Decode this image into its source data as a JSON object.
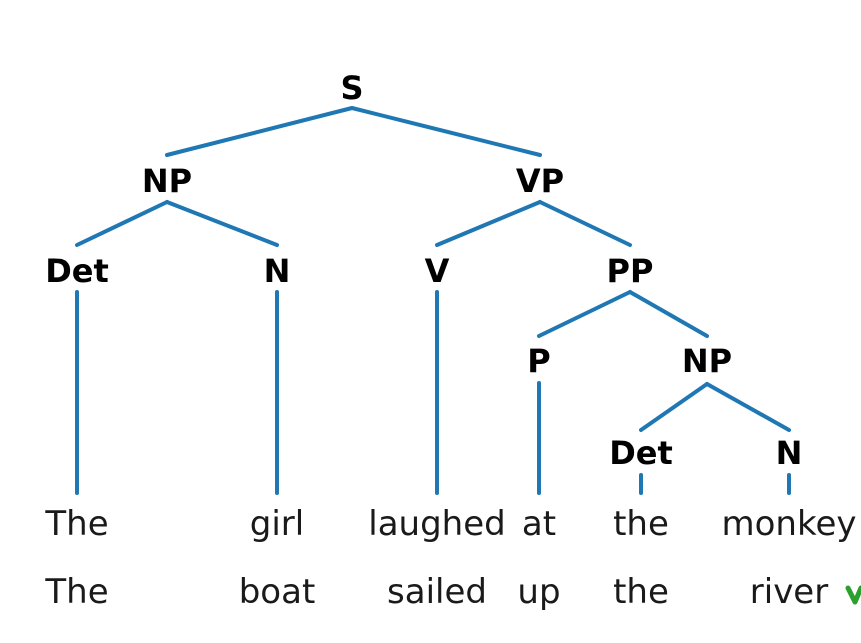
{
  "tree": {
    "root": "S",
    "nodes": {
      "s": "S",
      "np1": "NP",
      "vp": "VP",
      "det1": "Det",
      "n1": "N",
      "v": "V",
      "pp": "PP",
      "p": "P",
      "np2": "NP",
      "det2": "Det",
      "n2": "N"
    },
    "edges": [
      [
        "s",
        "np1"
      ],
      [
        "s",
        "vp"
      ],
      [
        "np1",
        "det1"
      ],
      [
        "np1",
        "n1"
      ],
      [
        "vp",
        "v"
      ],
      [
        "vp",
        "pp"
      ],
      [
        "pp",
        "p"
      ],
      [
        "pp",
        "np2"
      ],
      [
        "np2",
        "det2"
      ],
      [
        "np2",
        "n2"
      ],
      [
        "det1",
        "w1"
      ],
      [
        "n1",
        "w2"
      ],
      [
        "v",
        "w3"
      ],
      [
        "p",
        "w4"
      ],
      [
        "det2",
        "w5"
      ],
      [
        "n2",
        "w6"
      ]
    ]
  },
  "sentence1": {
    "w1": "The",
    "w2": "girl",
    "w3": "laughed",
    "w4": "at",
    "w5": "the",
    "w6": "monkey"
  },
  "sentence2": {
    "w1": "The",
    "w2": "boat",
    "w3": "sailed",
    "w4": "up",
    "w5": "the",
    "w6": "river"
  },
  "colors": {
    "edge": "#1f77b4",
    "label": "#000000",
    "check": "#2ca02c"
  },
  "icons": {
    "check": "check-mark-icon"
  }
}
